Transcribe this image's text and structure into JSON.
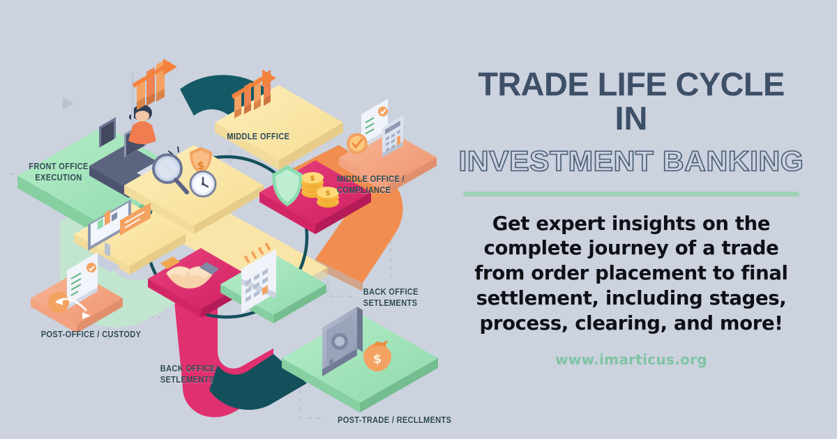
{
  "background_color": "#ccd2de",
  "headline": {
    "line1": "TRADE LIFE CYCLE",
    "line2": "IN",
    "outlined_line": "INVESTMENT BANKING",
    "solid_color": "#3d5068",
    "outline_color": "#4a5d77"
  },
  "divider": {
    "color": "#9ed3b4"
  },
  "body_copy": "Get expert insights on the complete journey of a trade from order placement to final settlement, including stages, process, clearing, and more!",
  "url": {
    "text": "www.imarticus.org",
    "color": "#7fc4a2"
  },
  "infographic": {
    "title": "trade-life-cycle-isometric-flow",
    "label_color": "#2e4a52",
    "labels": [
      {
        "id": "front-office-execution",
        "text": "FRONT OFFICE\nEXECUTION"
      },
      {
        "id": "middle-office",
        "text": "MIDDLE OFFICE"
      },
      {
        "id": "middle-office-compliance",
        "text": "MIDDLE OFFICE / COMPLIANCE"
      },
      {
        "id": "back-office-settlements-right",
        "text": "BACK OFFICE\n    SETLEMENTS"
      },
      {
        "id": "back-office-settlements-bottom",
        "text": "BACK OFFICE\n   SETLEMENTS"
      },
      {
        "id": "post-office-custody",
        "text": "POST-OFFICE / CUSTODY"
      },
      {
        "id": "post-trade-reclaments",
        "text": "POST-TRADE / RECLLMENTS"
      }
    ],
    "platforms": [
      {
        "id": "front-office-desk",
        "color": "#a8e6c0",
        "icon": "trader-desk-monitors-icon"
      },
      {
        "id": "middle-office-chart",
        "color": "#fae5a8",
        "icon": "bar-chart-growth-icon"
      },
      {
        "id": "compliance-document",
        "color": "#f3a382",
        "icon": "document-check-calculator-icon"
      },
      {
        "id": "risk-tools",
        "color": "#fae5a8",
        "icon": "magnifier-shield-clock-icon"
      },
      {
        "id": "clearing-shield-coins",
        "color": "#e0306f",
        "icon": "shield-gold-coins-icon"
      },
      {
        "id": "reporting-monitor",
        "color": "#fae5a8",
        "icon": "monitor-report-icon"
      },
      {
        "id": "settlement-handshake",
        "color": "#e0306f",
        "icon": "handshake-icon"
      },
      {
        "id": "schedule-calendar",
        "color": "#a8e6c0",
        "icon": "calendar-icon"
      },
      {
        "id": "custody-document",
        "color": "#f3a382",
        "icon": "document-refresh-icon"
      },
      {
        "id": "vault-money",
        "color": "#a8e6c0",
        "icon": "safe-vault-money-bag-icon"
      }
    ],
    "ribbon_colors": {
      "teal_dark": "#145a66",
      "orange": "#f18d4e",
      "yellow": "#fae5a8",
      "pink": "#e0306f",
      "green": "#a8e6c0"
    },
    "circle_overlay_color": "#13505c"
  }
}
